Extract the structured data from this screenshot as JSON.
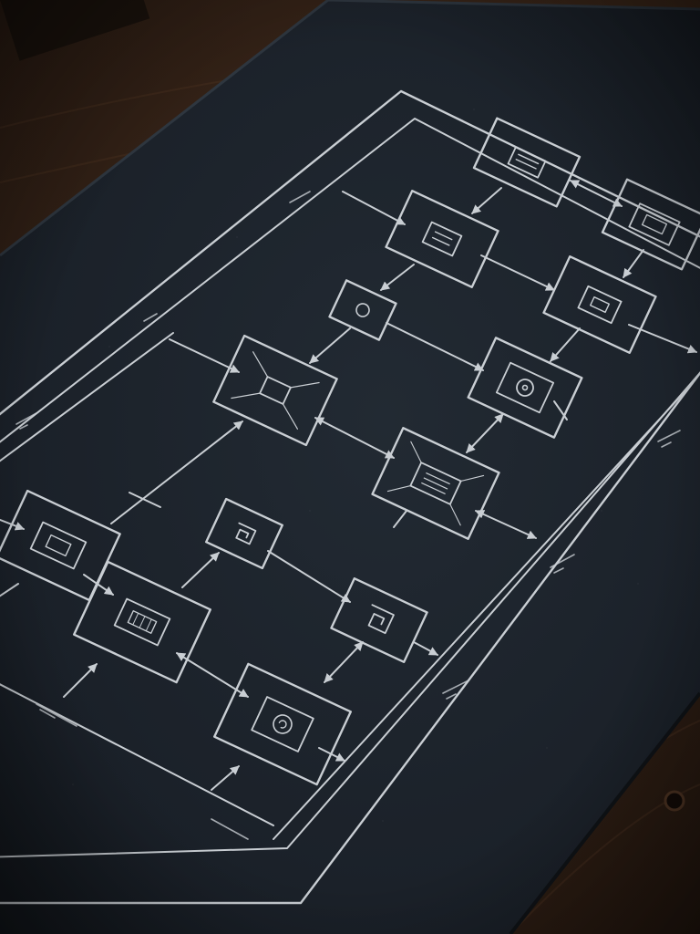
{
  "scene": {
    "subject": "diagram-print-on-wooden-table",
    "colors": {
      "wood_dark": "#1c130e",
      "wood_mid": "#3a2618",
      "wood_light": "#5a3a24",
      "paper": "#1b2026",
      "paper_edge": "#252b33",
      "ink": "#c9ced3",
      "ink_soft": "#9aa1a8"
    }
  },
  "diagram": {
    "nodes": [
      {
        "id": "n1",
        "icon": "screen-icon"
      },
      {
        "id": "n2",
        "icon": "screen-icon"
      },
      {
        "id": "n3",
        "icon": "screen-icon"
      },
      {
        "id": "n4",
        "icon": "gear-icon"
      },
      {
        "id": "n5",
        "icon": "screen-icon"
      },
      {
        "id": "n6",
        "icon": "chip-icon"
      },
      {
        "id": "n7",
        "icon": "target-icon"
      },
      {
        "id": "n8",
        "icon": "chip-icon"
      },
      {
        "id": "n9",
        "icon": "screen-icon"
      },
      {
        "id": "n10",
        "icon": "spiral-icon"
      },
      {
        "id": "n11",
        "icon": "chip-icon"
      },
      {
        "id": "n12",
        "icon": "spiral-icon"
      },
      {
        "id": "n13",
        "icon": "spiral-icon"
      }
    ]
  }
}
